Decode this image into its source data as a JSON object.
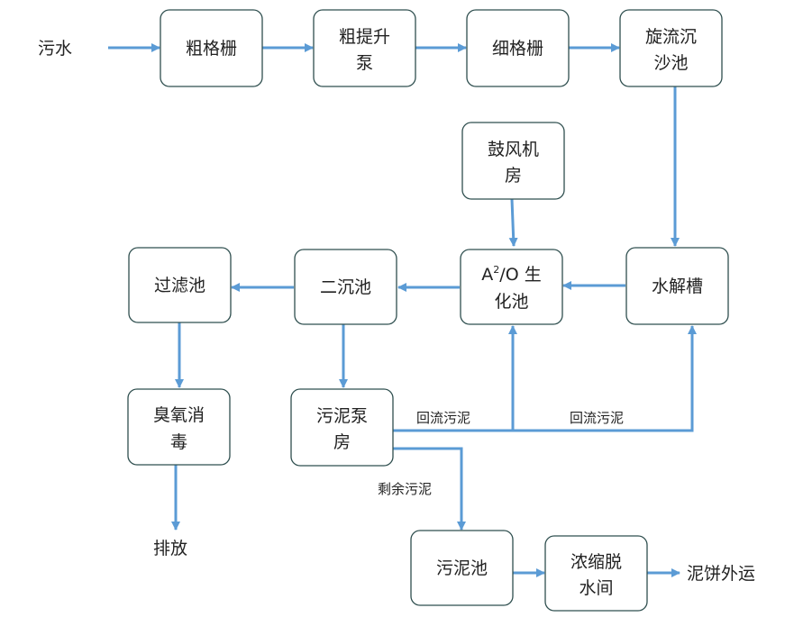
{
  "colors": {
    "arrow": "#5b9bd5",
    "box_border": "#2f4f4f",
    "text": "#222222",
    "background": "#ffffff"
  },
  "nodes": {
    "coarse_screen": [
      "粗格栅"
    ],
    "coarse_lift_pump": [
      "粗提升",
      "泵"
    ],
    "fine_screen": [
      "细格栅"
    ],
    "vortex_grit_chamber": [
      "旋流沉",
      "沙池"
    ],
    "blower_room": [
      "鼓风机",
      "房"
    ],
    "filter_tank": [
      "过滤池"
    ],
    "secondary_clarifier": [
      "二沉池"
    ],
    "a2o_bio_tank": {
      "line1_prefix": "A",
      "line1_superscript": "2",
      "line1_suffix": "/O 生",
      "line2": "化池"
    },
    "hydrolysis_tank": [
      "水解槽"
    ],
    "ozone_disinfection": [
      "臭氧消",
      "毒"
    ],
    "sludge_pump_room": [
      "污泥泵",
      "房"
    ],
    "sludge_tank": [
      "污泥池"
    ],
    "thickening_dewatering_room": [
      "浓缩脱",
      "水间"
    ]
  },
  "terminals": {
    "input": "污水",
    "discharge": "排放",
    "sludge_cake_out": "泥饼外运"
  },
  "edge_labels": {
    "return_sludge_left": "回流污泥",
    "return_sludge_right": "回流污泥",
    "excess_sludge": "剩余污泥"
  }
}
